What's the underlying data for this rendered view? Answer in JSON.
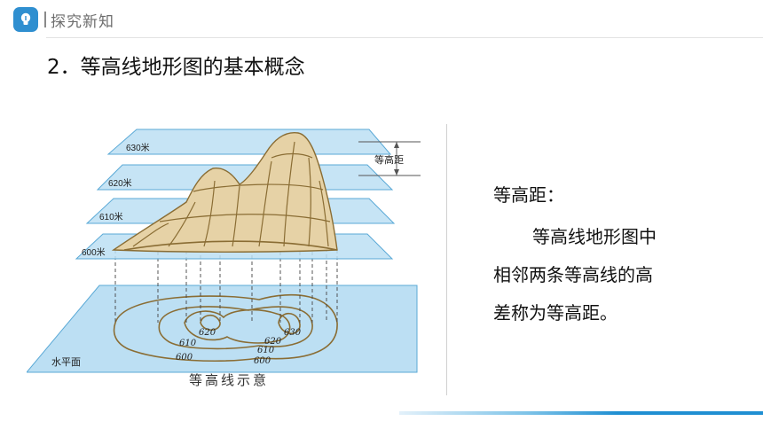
{
  "header": {
    "section_label": "探究新知"
  },
  "title": "2．等高线地形图的基本概念",
  "figure": {
    "plane_labels": [
      "630米",
      "620米",
      "610米",
      "600米"
    ],
    "interval_label": "等高距",
    "base_label": "水平面",
    "contour_labels": [
      "620",
      "630",
      "610",
      "620",
      "610",
      "600",
      "600"
    ],
    "caption": "等高线示意"
  },
  "definition": {
    "term": "等高距：",
    "lines": [
      "等高线地形图中",
      "相邻两条等高线的高",
      "差称为等高距。"
    ]
  },
  "colors": {
    "accent": "#2f8fd0",
    "plane_fill": "#bcdff3",
    "plane_edge": "#5aa9d6",
    "mountain": "#8a6d34"
  }
}
